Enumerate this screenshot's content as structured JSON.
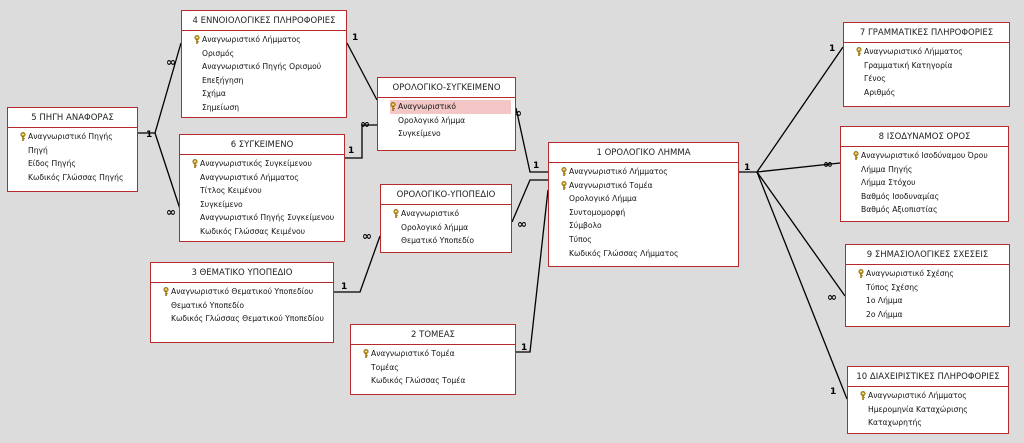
{
  "colors": {
    "border": "#b52a2a",
    "line": "#000000",
    "highlight": "#f4c7c7",
    "key": "#c9a227"
  },
  "tables": {
    "t1": {
      "title": "1 ΟΡΟΛΟΓΙΚΟ ΛΗΜΜΑ",
      "fields": [
        "Αναγνωριστικό Λήμματος",
        "Αναγνωριστικό Τομέα",
        "Ορολογικό Λήμμα",
        "Συντομομορφή",
        "Σύμβολο",
        "Τύπος",
        "Κωδικός Γλώσσας Λήμματος"
      ]
    },
    "t2": {
      "title": "2 ΤΟΜΕΑΣ",
      "fields": [
        "Αναγνωριστικό Τομέα",
        "Τομέας",
        "Κωδικός Γλώσσας Τομέα"
      ]
    },
    "t3": {
      "title": "3 ΘΕΜΑΤΙΚΟ ΥΠΟΠΕΔΙΟ",
      "fields": [
        "Αναγνωριστικό Θεματικού Υποπεδίου",
        "Θεματικό Υποπεδίο",
        "Κωδικός Γλώσσας Θεματικού Υποπεδίου"
      ]
    },
    "t4": {
      "title": "4 ΕΝΝΟΙΟΛΟΓΙΚΕΣ ΠΛΗΡΟΦΟΡΙΕΣ",
      "fields": [
        "Αναγνωριστικό Λήμματος",
        "Ορισμός",
        "Αναγνωριστικό Πηγής Ορισμού",
        "Επεξήγηση",
        "Σχήμα",
        "Σημείωση"
      ]
    },
    "t5": {
      "title": "5 ΠΗΓΗ ΑΝΑΦΟΡΑΣ",
      "fields": [
        "Αναγνωριστικό Πηγής",
        "Πηγή",
        "Είδος Πηγής",
        "Κωδικός Γλώσσας Πηγής"
      ]
    },
    "t6": {
      "title": "6 ΣΥΓΚΕΙΜΕΝΟ",
      "fields": [
        "Αναγνωριστικός Συγκείμενου",
        "Αναγνωριστικό Λήμματος",
        "Τίτλος Κειμένου",
        "Συγκείμενο",
        "Αναγνωριστικό Πηγής Συγκείμενου",
        "Κωδικός Γλώσσας Κειμένου"
      ]
    },
    "t7": {
      "title": "7 ΓΡΑΜΜΑΤΙΚΕΣ ΠΛΗΡΟΦΟΡΙΕΣ",
      "fields": [
        "Αναγνωριστικό Λήμματος",
        "Γραμματική Κατηγορία",
        "Γένος",
        "Αριθμός"
      ]
    },
    "t8": {
      "title": "8 ΙΣΟΔΥΝΑΜΟΣ ΟΡΟΣ",
      "fields": [
        "Αναγνωριστικό Ισοδύναμου Όρου",
        "Λήμμα Πηγής",
        "Λήμμα Στόχου",
        "Βαθμός Ισοδυναμίας",
        "Βαθμός Αξιοπιστίας"
      ]
    },
    "t9": {
      "title": "9 ΣΗΜΑΣΙΟΛΟΓΙΚΕΣ ΣΧΕΣΕΙΣ",
      "fields": [
        "Αναγνωριστικό Σχέσης",
        "Τύπος Σχέσης",
        "1ο Λήμμα",
        "2ο Λήμμα"
      ]
    },
    "t10": {
      "title": "10 ΔΙΑΧΕΙΡΙΣΤΙΚΕΣ ΠΛΗΡΟΦΟΡΙΕΣ",
      "fields": [
        "Αναγνωριστικό Λήμματος",
        "Ημερομηνία Καταχώρισης",
        "Καταχωρητής"
      ]
    },
    "os": {
      "title": "ΟΡΟΛΟΓΙΚΟ-ΣΥΓΚΕΙΜΕΝΟ",
      "fields": [
        "Αναγνωριστικό",
        "Ορολογικό λήμμα",
        "Συγκείμενο"
      ]
    },
    "ou": {
      "title": "ΟΡΟΛΟΓΙΚΟ-ΥΠΟΠΕΔΙΟ",
      "fields": [
        "Αναγνωριστικό",
        "Ορολογικό λήμμα",
        "Θεματικό Υποπεδίο"
      ]
    }
  },
  "cardinality": {
    "one": "1",
    "many": "∞"
  }
}
